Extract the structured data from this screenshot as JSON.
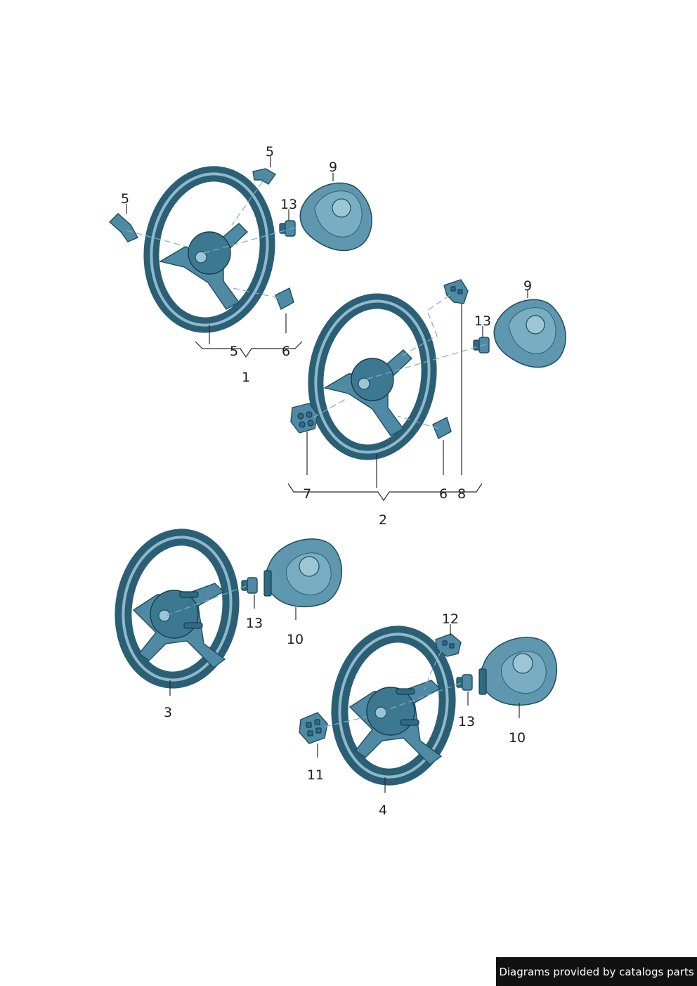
{
  "callouts": {
    "c5a": "5",
    "c5b": "5",
    "c13a": "13",
    "c9a": "9",
    "c5c": "5",
    "c6a": "6",
    "c1": "1",
    "c9b": "9",
    "c13b": "13",
    "c7": "7",
    "c6b": "6",
    "c8": "8",
    "c2": "2",
    "c13c": "13",
    "c10a": "10",
    "c3": "3",
    "c12": "12",
    "c13d": "13",
    "c10b": "10",
    "c11": "11",
    "c4": "4"
  },
  "footer": {
    "credit": "Diagrams provided by catalogs parts"
  },
  "colors": {
    "part_fill": "#4e8aa3",
    "part_outline": "#1f4d62",
    "callout_text": "#1c1c1c",
    "credit_background": "#111111",
    "credit_text": "#ffffff"
  }
}
